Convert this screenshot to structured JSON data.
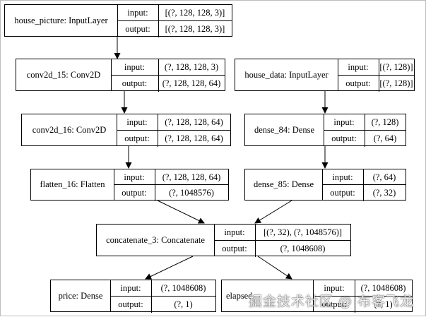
{
  "nodes": {
    "house_picture": {
      "name": "house_picture: InputLayer",
      "in_label": "input:",
      "in_val": "[(?, 128, 128, 3)]",
      "out_label": "output:",
      "out_val": "[(?, 128, 128, 3)]"
    },
    "conv2d_15": {
      "name": "conv2d_15: Conv2D",
      "in_label": "input:",
      "in_val": "(?, 128, 128, 3)",
      "out_label": "output:",
      "out_val": "(?, 128, 128, 64)"
    },
    "house_data": {
      "name": "house_data: InputLayer",
      "in_label": "input:",
      "in_val": "[(?, 128)]",
      "out_label": "output:",
      "out_val": "[(?, 128)]"
    },
    "conv2d_16": {
      "name": "conv2d_16: Conv2D",
      "in_label": "input:",
      "in_val": "(?, 128, 128, 64)",
      "out_label": "output:",
      "out_val": "(?, 128, 128, 64)"
    },
    "dense_84": {
      "name": "dense_84: Dense",
      "in_label": "input:",
      "in_val": "(?, 128)",
      "out_label": "output:",
      "out_val": "(?, 64)"
    },
    "flatten_16": {
      "name": "flatten_16: Flatten",
      "in_label": "input:",
      "in_val": "(?, 128, 128, 64)",
      "out_label": "output:",
      "out_val": "(?, 1048576)"
    },
    "dense_85": {
      "name": "dense_85: Dense",
      "in_label": "input:",
      "in_val": "(?, 64)",
      "out_label": "output:",
      "out_val": "(?, 32)"
    },
    "concatenate_3": {
      "name": "concatenate_3: Concatenate",
      "in_label": "input:",
      "in_val": "[(?, 32), (?, 1048576)]",
      "out_label": "output:",
      "out_val": "(?, 1048608)"
    },
    "price": {
      "name": "price: Dense",
      "in_label": "input:",
      "in_val": "(?, 1048608)",
      "out_label": "output:",
      "out_val": "(?, 1)"
    },
    "elapsed": {
      "name": "elapsed",
      "in_label": "input:",
      "in_val": "(?, 1048608)",
      "out_label": "output:",
      "out_val": "(?, 1)"
    }
  },
  "watermark": "掘金技术社区 @ 布客飞龙"
}
